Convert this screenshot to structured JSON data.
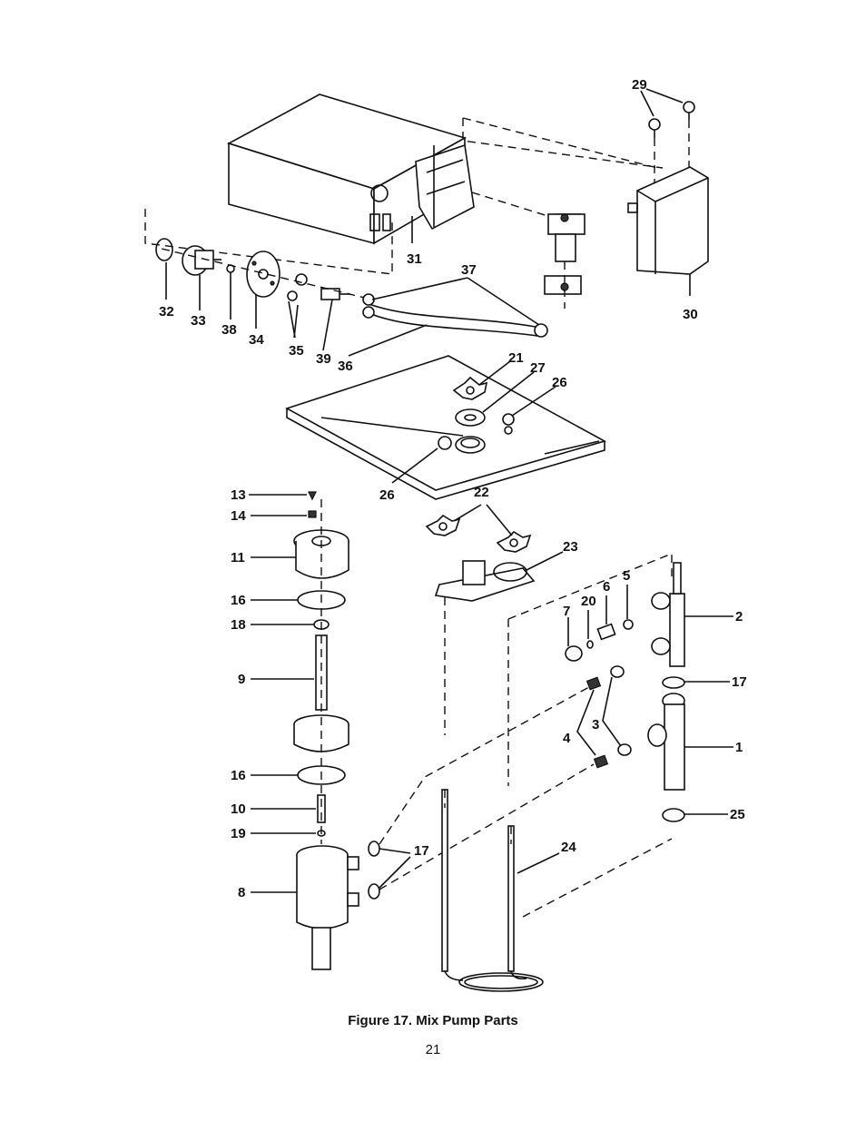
{
  "figure": {
    "caption": "Figure 17.  Mix Pump Parts",
    "page_number": "21",
    "part_labels": [
      {
        "id": "label-29",
        "text": "29"
      },
      {
        "id": "label-31",
        "text": "31"
      },
      {
        "id": "label-30",
        "text": "30"
      },
      {
        "id": "label-37",
        "text": "37"
      },
      {
        "id": "label-32",
        "text": "32"
      },
      {
        "id": "label-33",
        "text": "33"
      },
      {
        "id": "label-38",
        "text": "38"
      },
      {
        "id": "label-34",
        "text": "34"
      },
      {
        "id": "label-35",
        "text": "35"
      },
      {
        "id": "label-39",
        "text": "39"
      },
      {
        "id": "label-36",
        "text": "36"
      },
      {
        "id": "label-21",
        "text": "21"
      },
      {
        "id": "label-27",
        "text": "27"
      },
      {
        "id": "label-26a",
        "text": "26"
      },
      {
        "id": "label-26b",
        "text": "26"
      },
      {
        "id": "label-22",
        "text": "22"
      },
      {
        "id": "label-23",
        "text": "23"
      },
      {
        "id": "label-13",
        "text": "13"
      },
      {
        "id": "label-14",
        "text": "14"
      },
      {
        "id": "label-11",
        "text": "11"
      },
      {
        "id": "label-16a",
        "text": "16"
      },
      {
        "id": "label-18",
        "text": "18"
      },
      {
        "id": "label-9",
        "text": "9"
      },
      {
        "id": "label-16b",
        "text": "16"
      },
      {
        "id": "label-10",
        "text": "10"
      },
      {
        "id": "label-19",
        "text": "19"
      },
      {
        "id": "label-8",
        "text": "8"
      },
      {
        "id": "label-17a",
        "text": "17"
      },
      {
        "id": "label-24",
        "text": "24"
      },
      {
        "id": "label-7",
        "text": "7"
      },
      {
        "id": "label-20",
        "text": "20"
      },
      {
        "id": "label-6",
        "text": "6"
      },
      {
        "id": "label-5",
        "text": "5"
      },
      {
        "id": "label-2",
        "text": "2"
      },
      {
        "id": "label-17b",
        "text": "17"
      },
      {
        "id": "label-3",
        "text": "3"
      },
      {
        "id": "label-4",
        "text": "4"
      },
      {
        "id": "label-1",
        "text": "1"
      },
      {
        "id": "label-25",
        "text": "25"
      }
    ]
  }
}
